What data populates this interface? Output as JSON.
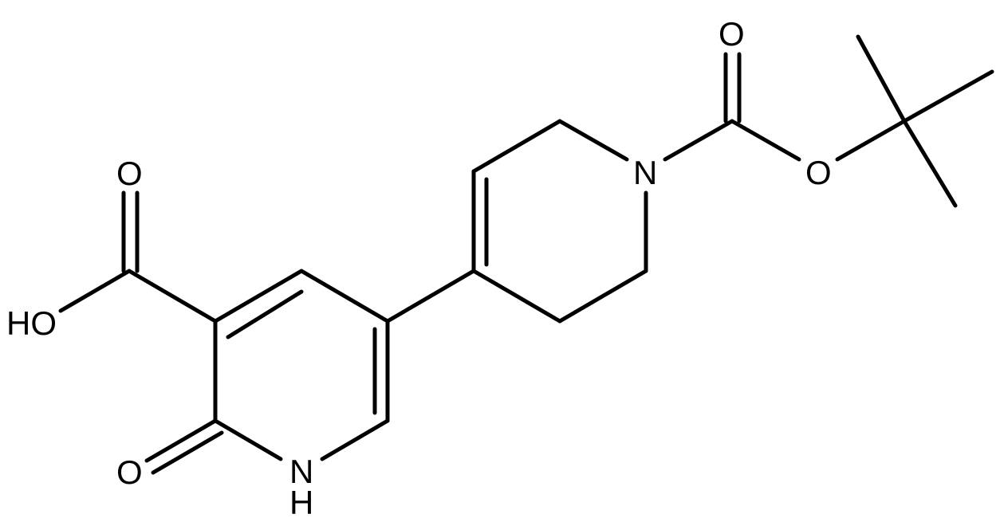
{
  "molecule": {
    "atoms": {
      "hydroxyl": "HO",
      "carboxyl_oxygen": "O",
      "ring_carbonyl_oxygen": "O",
      "ring_nitrogen": "N",
      "ring_nitrogen_hydrogen": "H",
      "piperidine_nitrogen": "N",
      "boc_carbonyl_oxygen": "O",
      "ester_oxygen": "O"
    }
  }
}
